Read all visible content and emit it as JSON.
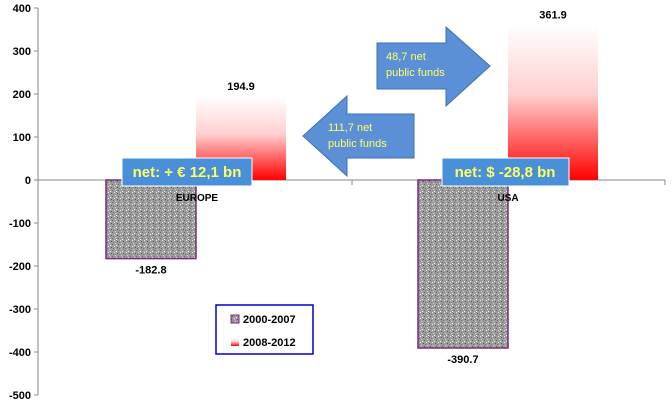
{
  "chart_data": {
    "type": "bar",
    "categories": [
      "EUROPE",
      "USA"
    ],
    "series": [
      {
        "name": "2000-2007",
        "values": [
          -182.8,
          -390.7
        ]
      },
      {
        "name": "2008-2012",
        "values": [
          194.9,
          361.9
        ]
      }
    ],
    "ylim": [
      -500,
      400
    ],
    "yticks": [
      -500,
      -400,
      -300,
      -200,
      -100,
      0,
      100,
      200,
      300,
      400
    ],
    "grid": false,
    "legend": "bottom-center",
    "annotations": {
      "arrow_right": [
        "48,7 net",
        "public funds"
      ],
      "arrow_left": [
        "111,7 net",
        "public funds"
      ],
      "net_europe": "net: + € 12,1 bn",
      "net_usa": "net: $ -28,8 bn"
    },
    "colors": {
      "series1_fill": "#9a9a9a",
      "series1_border": "#7a2a7a",
      "series2_fill_top": "#ffffff",
      "series2_fill_bottom": "#ff0000",
      "arrow": "#5b8fd6",
      "net_box": "#4a90d9",
      "annotation_text": "#ffff66",
      "legend_border": "#0000cc"
    }
  }
}
